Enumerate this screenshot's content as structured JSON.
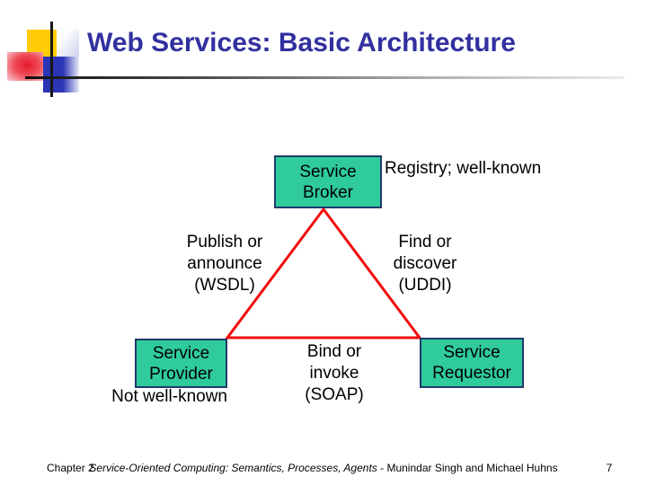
{
  "slide": {
    "title": "Web Services: Basic Architecture",
    "footer": {
      "chapter": "Chapter 2",
      "book_title": "Service-Oriented Computing: Semantics, Processes, Agents",
      "authors": " - Munindar Singh and Michael Huhns",
      "page_number": "7"
    }
  },
  "diagram": {
    "nodes": {
      "broker": {
        "lines": [
          "Service",
          "Broker"
        ],
        "annotation": "Registry; well-known"
      },
      "provider": {
        "lines": [
          "Service",
          "Provider"
        ],
        "annotation": "Not well-known"
      },
      "requestor": {
        "lines": [
          "Service",
          "Requestor"
        ]
      }
    },
    "edges": {
      "publish": {
        "lines": [
          "Publish or",
          "announce",
          "(WSDL)"
        ]
      },
      "find": {
        "lines": [
          "Find or",
          "discover",
          "(UDDI)"
        ]
      },
      "bind": {
        "lines": [
          "Bind or",
          "invoke",
          "(SOAP)"
        ]
      }
    },
    "colors": {
      "node_fill": "#2fcb9b",
      "node_border": "#1e3a6b",
      "edge_line": "#f20d0d",
      "title_text": "#32309f"
    }
  }
}
